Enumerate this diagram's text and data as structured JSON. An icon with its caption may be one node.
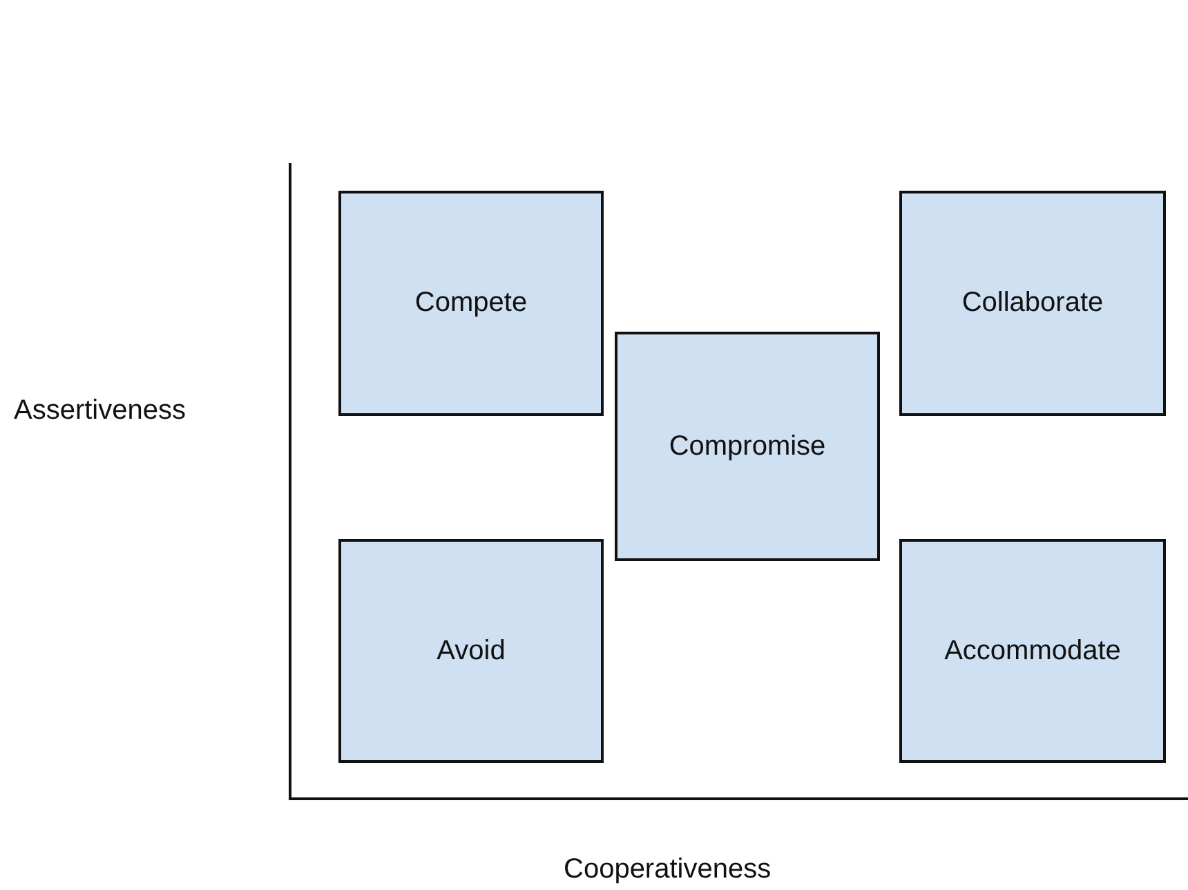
{
  "diagram": {
    "nodes": [
      {
        "text": [
          "Compete"
        ]
      },
      {
        "text": [
          "Collaborate"
        ]
      },
      {
        "text": [
          "Compromise"
        ]
      },
      {
        "text": [
          "Avoid"
        ]
      },
      {
        "text": [
          "Accommodate"
        ]
      }
    ],
    "labels": [
      "Assertiveness",
      "Cooperativeness"
    ]
  }
}
